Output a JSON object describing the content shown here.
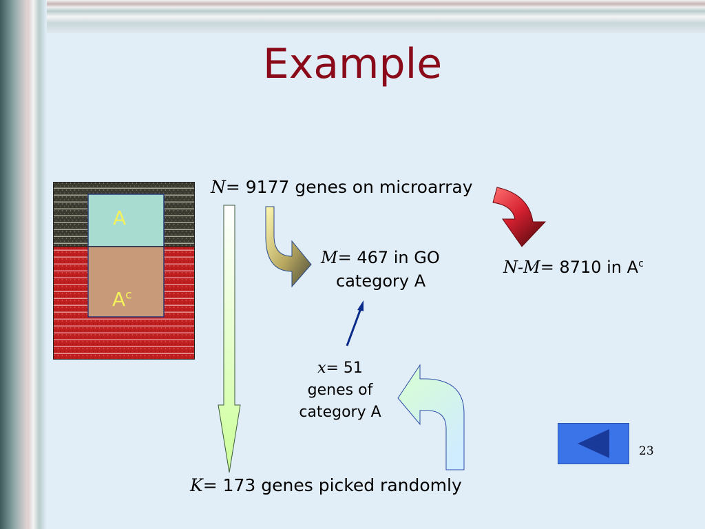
{
  "title": "Example",
  "page_number": "23",
  "venn": {
    "set_a_label": "A",
    "set_ac_base": "A",
    "set_ac_sup": "c"
  },
  "n_line": {
    "var": "N",
    "eq": "=",
    "text": " 9177 genes on microarray"
  },
  "m_line": {
    "var": "M",
    "eq": "=",
    "text_1": " 467 in GO",
    "text_2": "category A"
  },
  "nm_line": {
    "var": "N-M",
    "eq": "=",
    "text": " 8710 in A",
    "sup": "c"
  },
  "x_line": {
    "var": "x",
    "eq": "=",
    "text_1": " 51",
    "text_2": "genes of",
    "text_3": "category A"
  },
  "k_line": {
    "var": "K",
    "eq": "=",
    "text": " 173 genes picked randomly"
  },
  "colors": {
    "title": "#8b0a1a",
    "set_a_region": "#3a3a30",
    "set_ac_region": "#c01f1f",
    "highlight_box_a": "#a8dcd0",
    "highlight_box_ac": "#c89a7a",
    "down_arrow": "#e4ffd8",
    "curved_arrow_gold": "#7a6a3a",
    "curved_arrow_red": "#c42030",
    "curved_arrow_green": "#d8f8d8",
    "small_arrow": "#0a2a8a",
    "back_button": "#3b73e8"
  }
}
